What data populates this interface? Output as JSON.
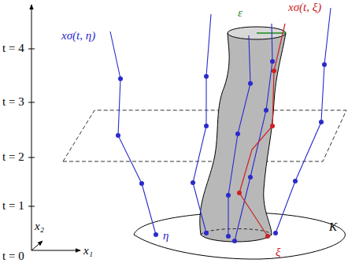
{
  "diagram": {
    "labels": [
      "t = 4",
      "t = 3",
      "t = 2",
      "t = 1",
      "t = 0",
      "x₂",
      "x₁",
      "xσ(t, η)",
      "η",
      "ε",
      "xσ(t, ξ)",
      "ξ",
      "K"
    ]
  }
}
